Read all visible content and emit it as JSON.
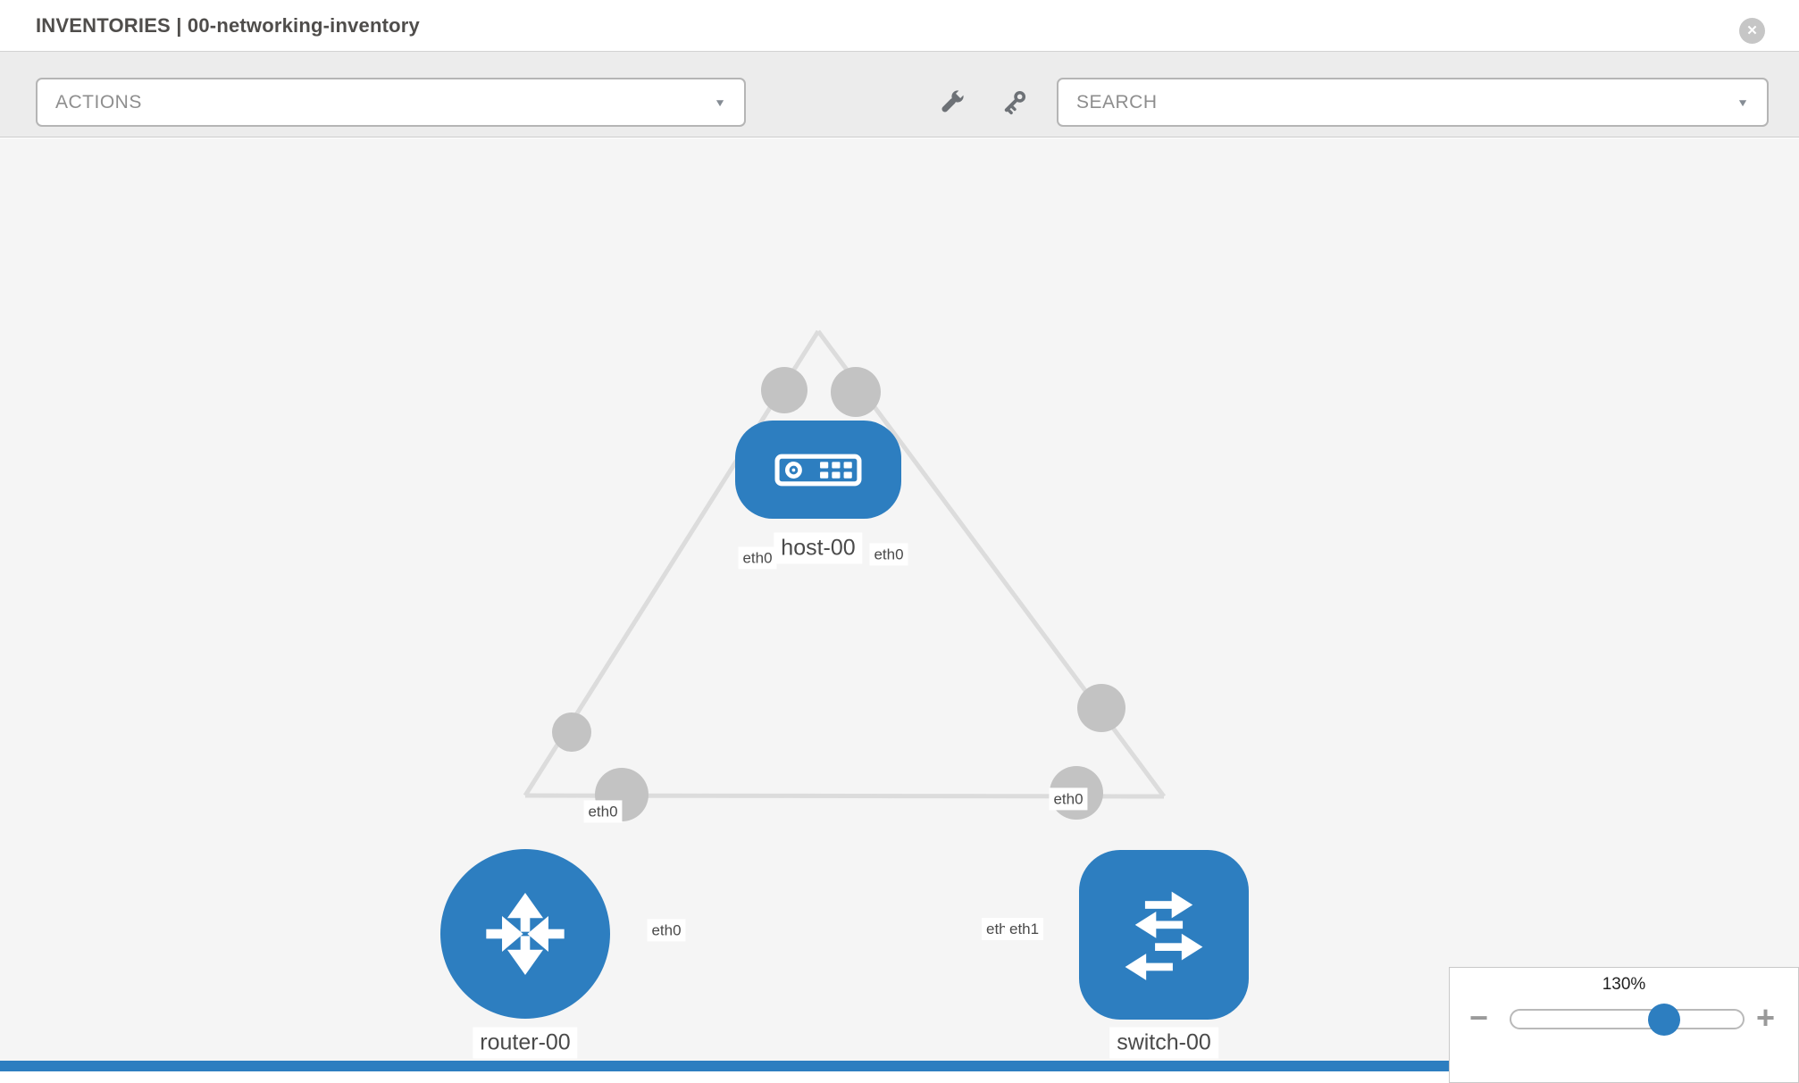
{
  "header": {
    "title": "INVENTORIES | 00-networking-inventory",
    "close_glyph": "✕"
  },
  "toolbar": {
    "actions_dropdown": {
      "label": "ACTIONS"
    },
    "tools": [
      {
        "name": "wrench-icon"
      },
      {
        "name": "key-icon"
      }
    ],
    "search_dropdown": {
      "placeholder": "SEARCH"
    },
    "caret_glyph": "▼"
  },
  "topology": {
    "nodes": [
      {
        "id": "host-00",
        "type": "host",
        "label": "host-00"
      },
      {
        "id": "router-00",
        "type": "router",
        "label": "router-00"
      },
      {
        "id": "switch-00",
        "type": "switch",
        "label": "switch-00"
      }
    ],
    "links": [
      {
        "source": "host-00",
        "target": "router-00",
        "source_interface": "eth0",
        "target_interface": "eth0"
      },
      {
        "source": "host-00",
        "target": "switch-00",
        "source_interface": "eth0",
        "target_interface": "eth0"
      },
      {
        "source": "router-00",
        "target": "switch-00",
        "source_interface": "eth0",
        "target_interface": "eth1",
        "overlapped_label": "eth0"
      }
    ]
  },
  "zoom_control": {
    "value": "130%",
    "minus_glyph": "−",
    "plus_glyph": "+"
  },
  "colors": {
    "node_blue": "#2d7ec0",
    "link_gray": "#dcdcdc",
    "endpoint_gray": "#c3c3c3",
    "canvas_bg": "#f5f5f5",
    "toolbar_bg": "#ececec"
  }
}
